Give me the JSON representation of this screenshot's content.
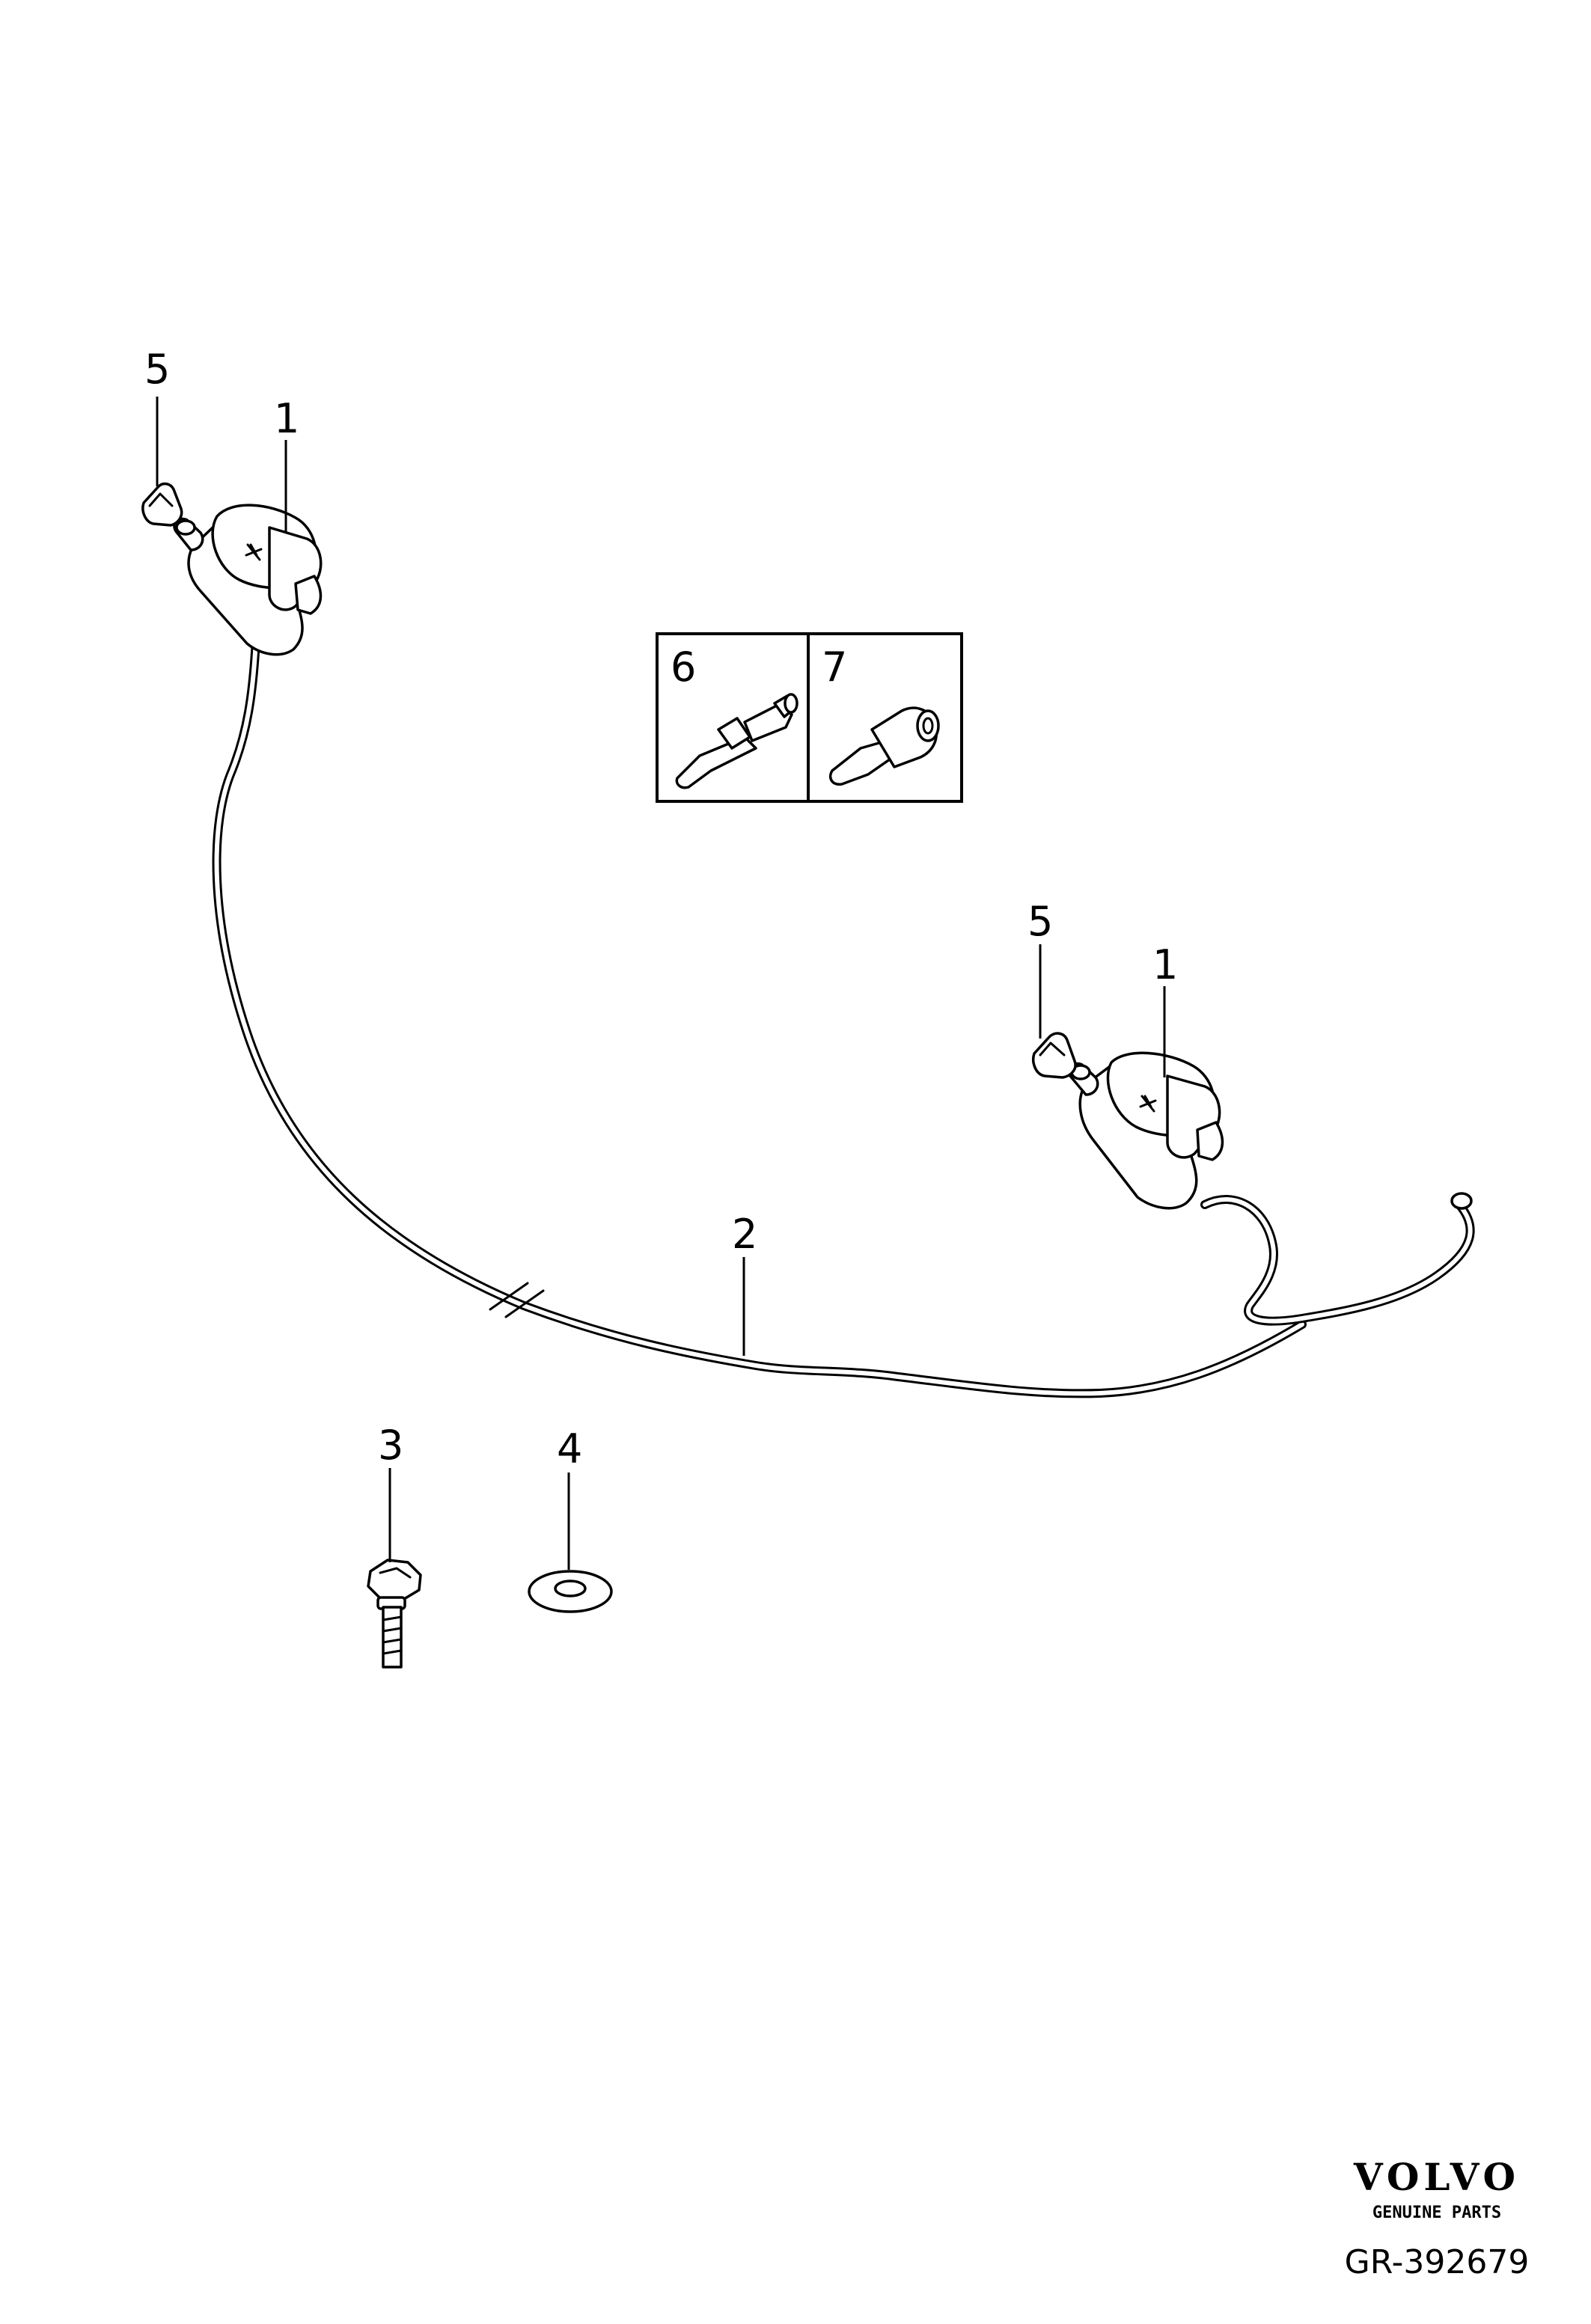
{
  "callouts": {
    "c5_left": "5",
    "c1_left": "1",
    "c6": "6",
    "c7": "7",
    "c5_right": "5",
    "c1_right": "1",
    "c2": "2",
    "c3": "3",
    "c4": "4"
  },
  "brand": {
    "logo_text": "VOLVO",
    "tagline": "GENUINE PARTS"
  },
  "drawing_ref": "GR-392679"
}
